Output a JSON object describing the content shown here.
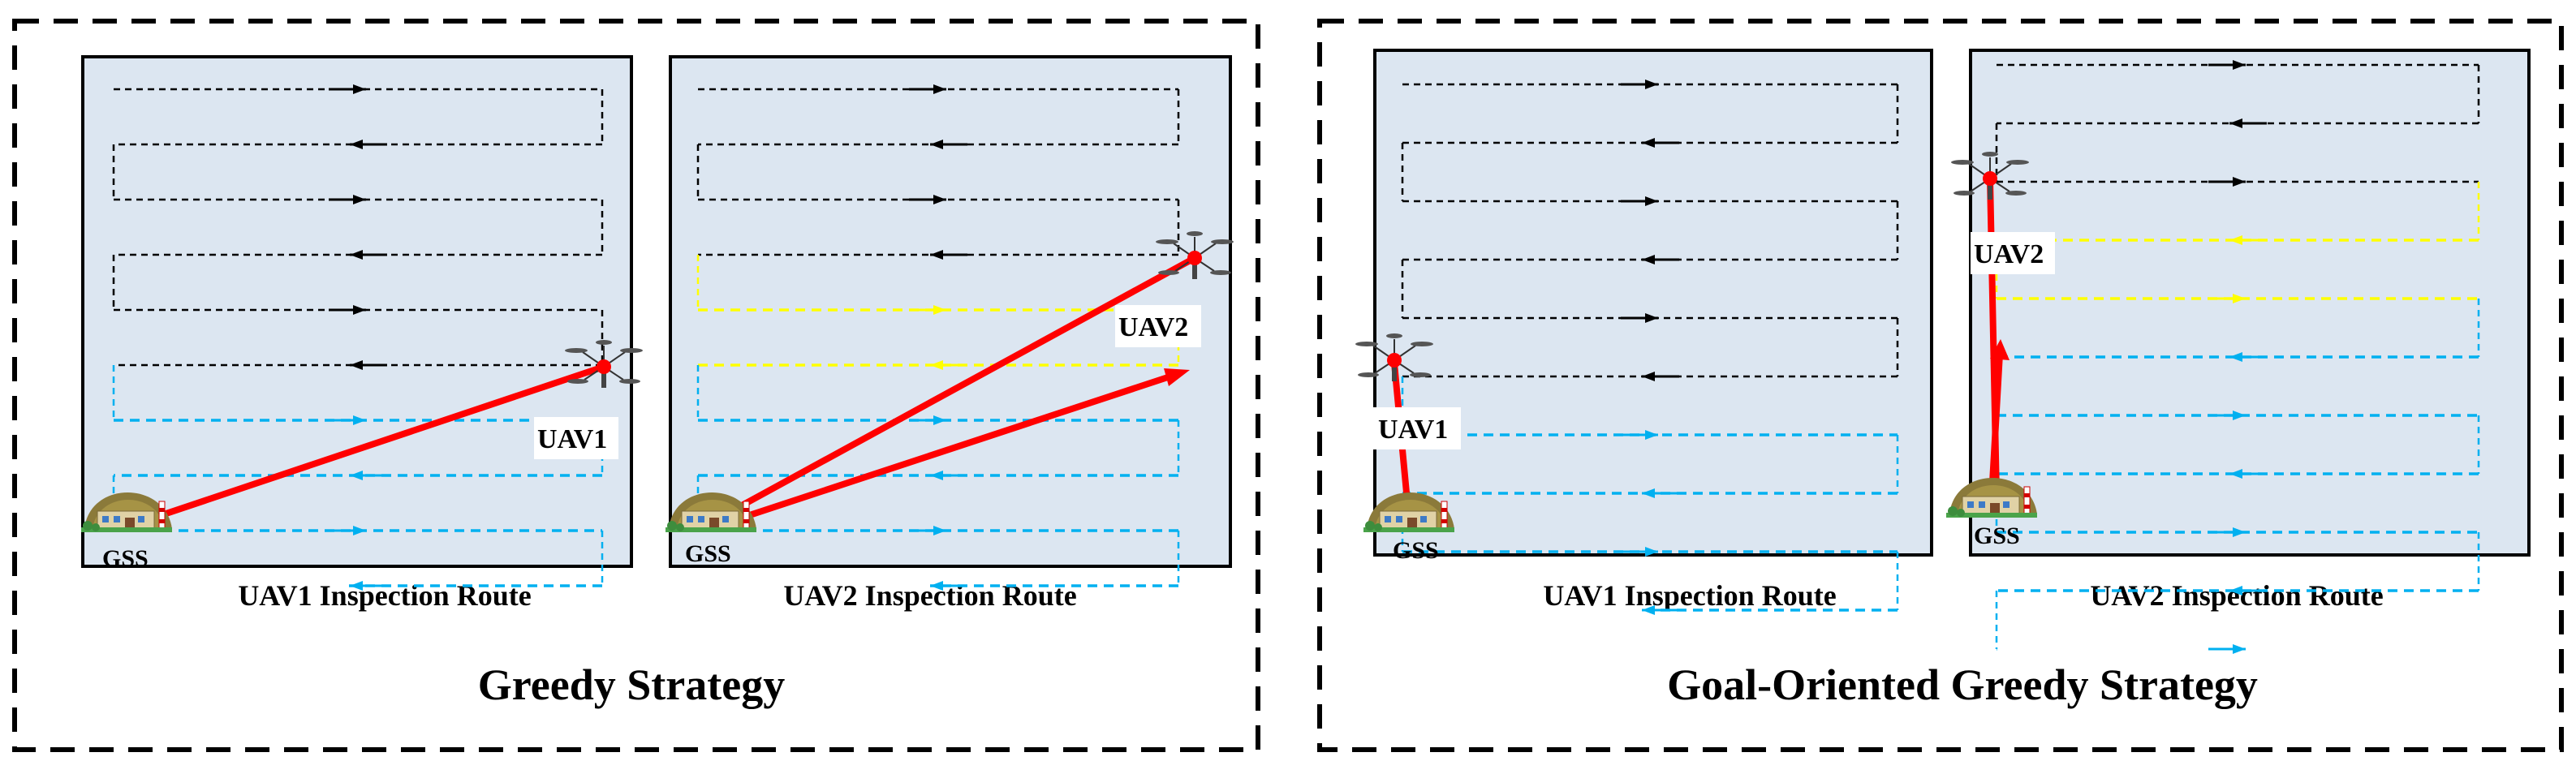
{
  "panels": [
    {
      "title": "Greedy Strategy",
      "maps": [
        {
          "caption": "UAV1 Inspection Route",
          "uav_label": "UAV1",
          "gss_label": "GSS"
        },
        {
          "caption": "UAV2 Inspection Route",
          "uav_label": "UAV2",
          "gss_label": "GSS"
        }
      ]
    },
    {
      "title": "Goal-Oriented Greedy Strategy",
      "maps": [
        {
          "caption": "UAV1 Inspection Route",
          "uav_label": "UAV1",
          "gss_label": "GSS"
        },
        {
          "caption": "UAV2 Inspection Route",
          "uav_label": "UAV2",
          "gss_label": "GSS"
        }
      ]
    }
  ],
  "colors": {
    "background": "#ffffff",
    "map_fill": "#dce6f1",
    "route_done": "#000000",
    "route_current": "#ffff00",
    "route_pending": "#00b0f0",
    "return_path": "#ff0000",
    "drone_body": "#ff0000",
    "border": "#000000"
  },
  "icons": {
    "uav": "quadcopter-drone-icon",
    "gss": "ground-station-building-icon"
  }
}
